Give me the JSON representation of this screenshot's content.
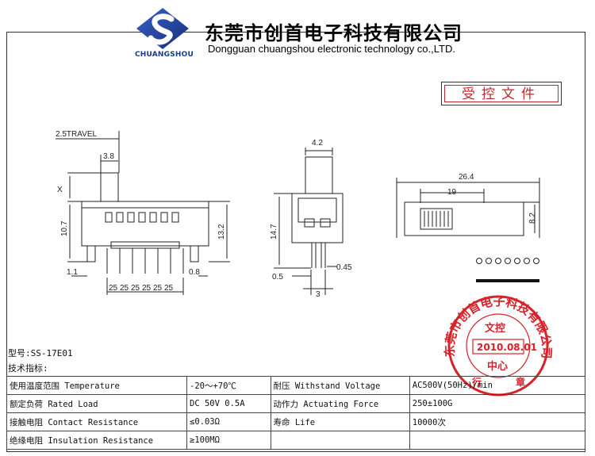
{
  "header": {
    "logo_label": "CHUANGSHOU",
    "company_cn": "东莞市创首电子科技有限公司",
    "company_en": "Dongguan chuangshou electronic technology co.,LTD.",
    "controlled_doc": "受控文件"
  },
  "drawing": {
    "dims": {
      "travel": "2.5TRAVEL",
      "d38": "3.8",
      "dx": "X",
      "d107": "10.7",
      "d132": "13.2",
      "d11": "1.1",
      "d08": "0.8",
      "pitch": "25",
      "d42": "4.2",
      "d147": "14.7",
      "d045": "0.45",
      "d05": "0.5",
      "d3": "3",
      "d264": "26.4",
      "d19": "19",
      "d82": "8.2"
    }
  },
  "seal": {
    "ring_text": "东莞市创首电子科技有限公司",
    "top": "文控",
    "date": "2010.08.01",
    "bottom": "中心",
    "side_left": "行",
    "side_right": "章"
  },
  "model_line": "型号:SS-17E01",
  "specs_title": "技术指标:",
  "specs": {
    "rows": [
      [
        "使用温度范围 Temperature",
        "-20～+70℃",
        "耐压 Withstand Voltage",
        "AC500V(50Hz)/min"
      ],
      [
        "额定负荷 Rated Load",
        "DC 50V 0.5A",
        "动作力 Actuating Force",
        "250±100G"
      ],
      [
        "接触电阻 Contact Resistance",
        "≤0.03Ω",
        "寿命 Life",
        "10000次"
      ],
      [
        "绝缘电阻 Insulation Resistance",
        "≥100MΩ",
        "",
        ""
      ]
    ]
  },
  "colors": {
    "seal": "#d8222a",
    "logo_blue": "#1a3a8c",
    "controlled": "#c0282d"
  }
}
